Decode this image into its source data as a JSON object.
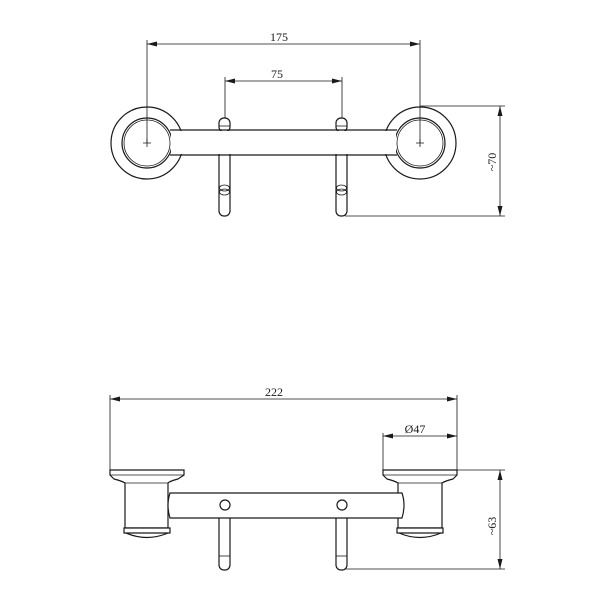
{
  "top_view": {
    "dim_centers": "175",
    "dim_hooks": "75",
    "dim_depth": "~70"
  },
  "front_view": {
    "dim_total": "222",
    "dim_flange": "Ø47",
    "dim_height": "~63"
  }
}
